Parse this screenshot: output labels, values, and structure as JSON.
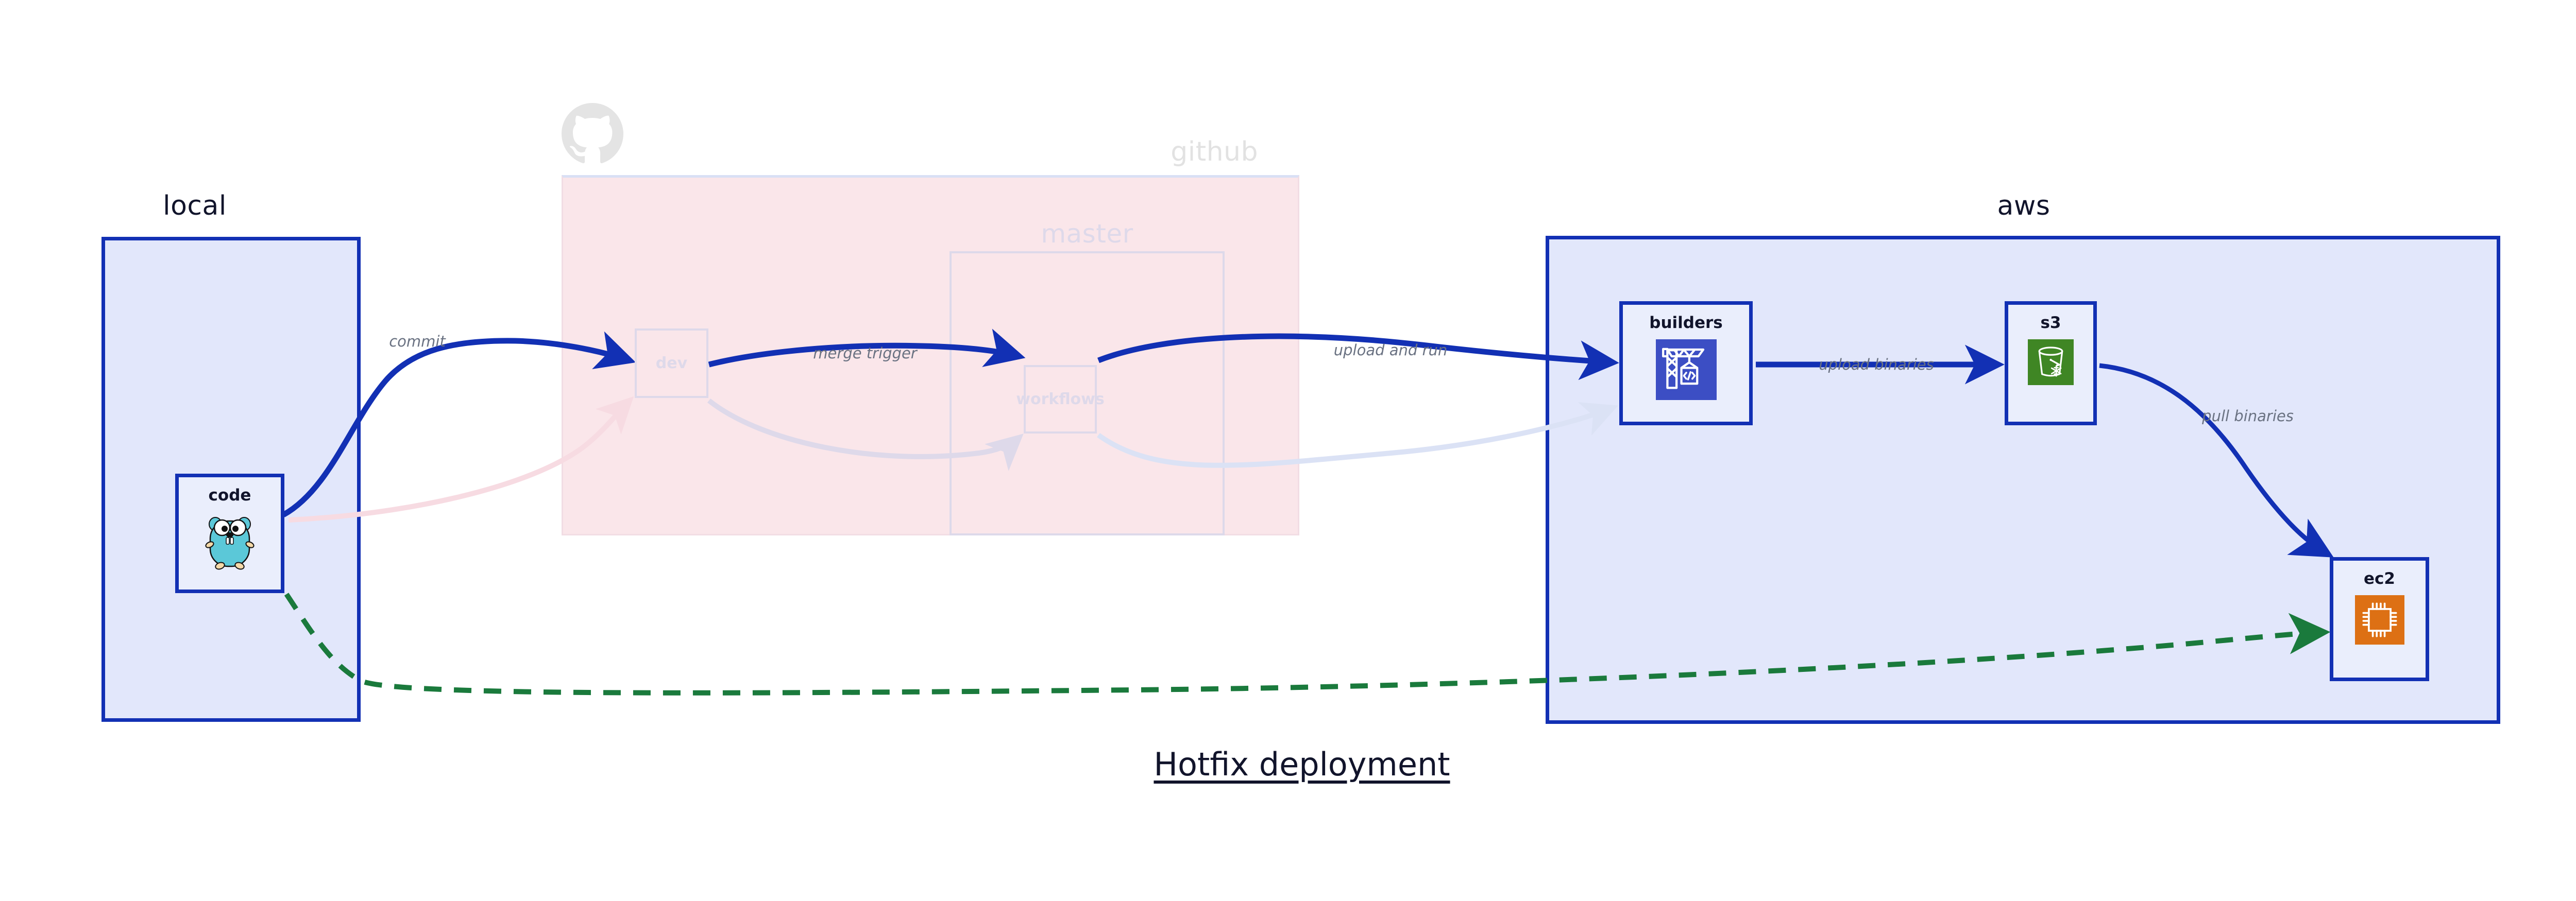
{
  "title": "Hotfix deployment",
  "clusters": [
    {
      "id": "local",
      "label": "local"
    },
    {
      "id": "github",
      "label": "github"
    },
    {
      "id": "master",
      "label": "master"
    },
    {
      "id": "aws",
      "label": "aws"
    }
  ],
  "nodes": [
    {
      "id": "code",
      "label": "code",
      "icon": "go-gopher-icon"
    },
    {
      "id": "dev",
      "label": "dev",
      "icon": "none"
    },
    {
      "id": "workflows",
      "label": "workflows",
      "icon": "none"
    },
    {
      "id": "builders",
      "label": "builders",
      "icon": "aws-codebuild-crane-icon"
    },
    {
      "id": "s3",
      "label": "s3",
      "icon": "aws-s3-glacier-bucket-icon"
    },
    {
      "id": "ec2",
      "label": "ec2",
      "icon": "aws-ec2-cpu-chip-icon"
    }
  ],
  "edges": [
    {
      "id": "commit",
      "from": "code",
      "to": "dev",
      "label": "commit",
      "style": "solid",
      "color": "#1230b4",
      "state": "active"
    },
    {
      "id": "merge-trigger",
      "from": "dev",
      "to": "workflows",
      "label": "merge trigger",
      "style": "solid",
      "color": "#1230b4",
      "state": "active"
    },
    {
      "id": "upload-and-run",
      "from": "workflows",
      "to": "builders",
      "label": "upload and run",
      "style": "solid",
      "color": "#1230b4",
      "state": "active"
    },
    {
      "id": "upload-binaries",
      "from": "builders",
      "to": "s3",
      "label": "upload binaries",
      "style": "solid",
      "color": "#1230b4",
      "state": "active"
    },
    {
      "id": "pull-binaries",
      "from": "s3",
      "to": "ec2",
      "label": "pull binaries",
      "style": "solid",
      "color": "#1230b4",
      "state": "active"
    },
    {
      "id": "hotfix-direct",
      "from": "code",
      "to": "ec2",
      "label": "",
      "style": "dashed",
      "color": "#1a7a3c",
      "state": "active"
    },
    {
      "id": "faded-code-dev",
      "from": "code",
      "to": "dev",
      "label": "",
      "style": "solid",
      "color": "#f7dbe2",
      "state": "faded"
    },
    {
      "id": "faded-dev-workflows",
      "from": "dev",
      "to": "workflows",
      "label": "",
      "style": "solid",
      "color": "#ded9ea",
      "state": "faded"
    },
    {
      "id": "faded-workflows-builders",
      "from": "workflows",
      "to": "builders",
      "label": "",
      "style": "solid",
      "color": "#dbe2f5",
      "state": "faded"
    }
  ],
  "icons": {
    "github_logo": "github-octocat-icon"
  },
  "colors": {
    "accent_blue": "#1230b4",
    "cluster_blue_fill": "#e2e7fb",
    "github_pink_fill": "#fae6ea",
    "node_fill": "#eaeefc",
    "green_dashed": "#1a7a3c",
    "builders_icon_bg": "#3c4ec4",
    "s3_icon_bg": "#3f8624",
    "ec2_icon_bg": "#dd7014",
    "text_dark": "#11142b",
    "edge_label_gray": "#6a7282",
    "faded_gray": "#ded9ea"
  },
  "edge_label_positions": {
    "commit": "commit",
    "merge_trigger": "merge trigger",
    "upload_and_run": "upload and run",
    "upload_binaries": "upload binaries",
    "pull_binaries": "pull binaries"
  }
}
